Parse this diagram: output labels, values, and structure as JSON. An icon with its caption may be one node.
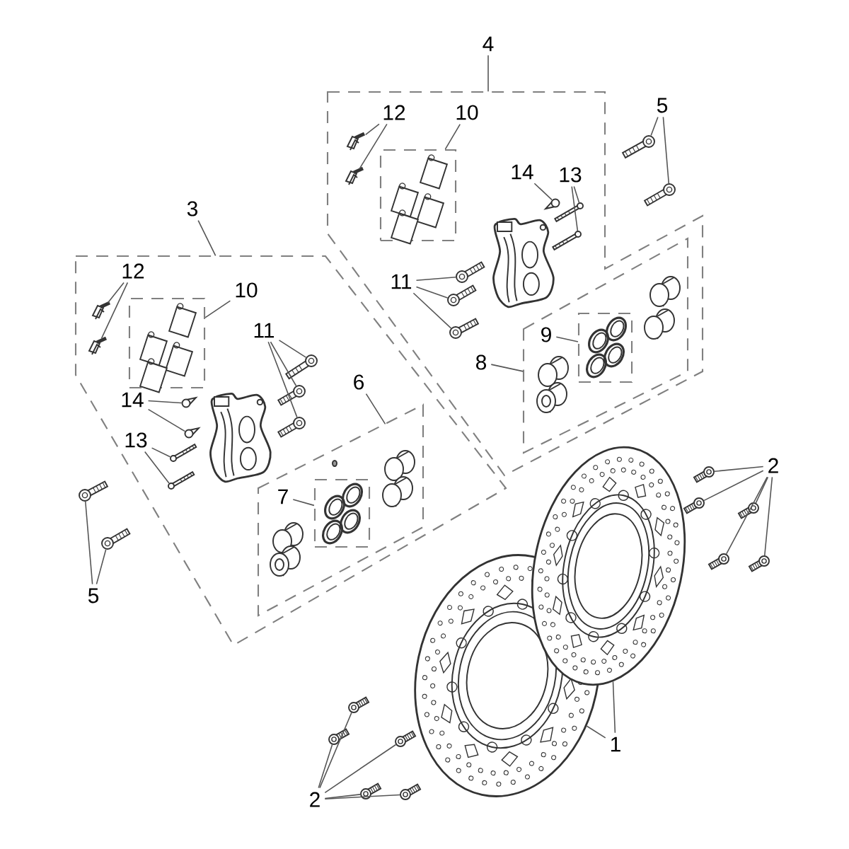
{
  "diagram": {
    "nodes": [
      {
        "text": [
          "4"
        ]
      },
      {
        "text": [],
        "shape": "box"
      },
      {
        "text": [
          "12"
        ],
        "in": 1
      },
      {
        "text": [],
        "shape": "picture",
        "in": 1
      },
      {
        "text": [],
        "shape": "picture",
        "in": 1
      },
      {
        "text": [
          "10"
        ],
        "in": 1
      },
      {
        "text": [],
        "shape": "box",
        "in": 1
      },
      {
        "text": [
          "5"
        ]
      },
      {
        "text": [],
        "shape": "picture"
      },
      {
        "text": [],
        "shape": "picture"
      },
      {
        "text": [
          "14"
        ],
        "in": 1
      },
      {
        "text": [],
        "shape": "picture",
        "in": 1
      },
      {
        "text": [
          "13"
        ],
        "in": 1
      },
      {
        "text": [],
        "shape": "picture",
        "in": 1
      },
      {
        "text": [],
        "shape": "picture",
        "in": 1
      },
      {
        "text": [
          "11"
        ],
        "in": 1
      },
      {
        "text": [],
        "shape": "picture",
        "in": 1
      },
      {
        "text": [],
        "shape": "picture",
        "in": 1
      },
      {
        "text": [],
        "shape": "picture",
        "in": 1
      },
      {
        "text": [],
        "shape": "box",
        "in": 1
      },
      {
        "text": [
          "9"
        ],
        "in": 19
      },
      {
        "text": [],
        "shape": "box",
        "in": 19
      },
      {
        "text": [
          "8"
        ],
        "in": 1
      },
      {
        "text": [
          "3"
        ]
      },
      {
        "text": [],
        "shape": "box"
      },
      {
        "text": [
          "12"
        ],
        "in": 24
      },
      {
        "text": [],
        "shape": "picture",
        "in": 24
      },
      {
        "text": [],
        "shape": "picture",
        "in": 24
      },
      {
        "text": [
          "10"
        ],
        "in": 24
      },
      {
        "text": [],
        "shape": "box",
        "in": 24
      },
      {
        "text": [
          "11"
        ],
        "in": 24
      },
      {
        "text": [],
        "shape": "picture",
        "in": 24
      },
      {
        "text": [],
        "shape": "picture",
        "in": 24
      },
      {
        "text": [],
        "shape": "picture",
        "in": 24
      },
      {
        "text": [
          "14"
        ],
        "in": 24
      },
      {
        "text": [],
        "shape": "picture",
        "in": 24
      },
      {
        "text": [],
        "shape": "picture",
        "in": 24
      },
      {
        "text": [
          "13"
        ],
        "in": 24
      },
      {
        "text": [],
        "shape": "picture",
        "in": 24
      },
      {
        "text": [],
        "shape": "picture",
        "in": 24
      },
      {
        "text": [
          "6"
        ],
        "in": 24
      },
      {
        "text": [],
        "shape": "box",
        "in": 24
      },
      {
        "text": [
          "7"
        ],
        "in": 41
      },
      {
        "text": [],
        "shape": "box",
        "in": 41
      },
      {
        "text": [
          "5"
        ]
      },
      {
        "text": [],
        "shape": "picture"
      },
      {
        "text": [],
        "shape": "picture"
      },
      {
        "text": [
          "2"
        ]
      },
      {
        "text": [],
        "shape": "picture"
      },
      {
        "text": [],
        "shape": "picture"
      },
      {
        "text": [],
        "shape": "picture"
      },
      {
        "text": [],
        "shape": "picture"
      },
      {
        "text": [],
        "shape": "picture"
      },
      {
        "text": [
          "1"
        ]
      },
      {
        "text": [],
        "shape": "picture"
      },
      {
        "text": [],
        "shape": "picture"
      },
      {
        "text": [
          "2"
        ]
      },
      {
        "text": [],
        "shape": "picture"
      },
      {
        "text": [],
        "shape": "picture"
      },
      {
        "text": [],
        "shape": "picture"
      },
      {
        "text": [],
        "shape": "picture"
      },
      {
        "text": [],
        "shape": "picture"
      }
    ],
    "edges": [
      {
        "from": 0,
        "to": 1,
        "arrow": "none"
      },
      {
        "from": 2,
        "to": 3,
        "arrow": "none"
      },
      {
        "from": 2,
        "to": 4,
        "arrow": "none"
      },
      {
        "from": 5,
        "to": 6,
        "arrow": "none"
      },
      {
        "from": 7,
        "to": 8,
        "arrow": "none"
      },
      {
        "from": 7,
        "to": 9,
        "arrow": "none"
      },
      {
        "from": 10,
        "to": 11,
        "arrow": "none"
      },
      {
        "from": 12,
        "to": 13,
        "arrow": "none"
      },
      {
        "from": 12,
        "to": 14,
        "arrow": "none"
      },
      {
        "from": 15,
        "to": 16,
        "arrow": "none"
      },
      {
        "from": 15,
        "to": 17,
        "arrow": "none"
      },
      {
        "from": 15,
        "to": 18,
        "arrow": "none"
      },
      {
        "from": 20,
        "to": 21,
        "arrow": "none"
      },
      {
        "from": 22,
        "to": 19,
        "arrow": "none"
      },
      {
        "from": 23,
        "to": 24,
        "arrow": "none"
      },
      {
        "from": 25,
        "to": 26,
        "arrow": "none"
      },
      {
        "from": 25,
        "to": 27,
        "arrow": "none"
      },
      {
        "from": 28,
        "to": 29,
        "arrow": "none"
      },
      {
        "from": 30,
        "to": 31,
        "arrow": "none"
      },
      {
        "from": 30,
        "to": 32,
        "arrow": "none"
      },
      {
        "from": 30,
        "to": 33,
        "arrow": "none"
      },
      {
        "from": 34,
        "to": 35,
        "arrow": "none"
      },
      {
        "from": 34,
        "to": 36,
        "arrow": "none"
      },
      {
        "from": 37,
        "to": 38,
        "arrow": "none"
      },
      {
        "from": 37,
        "to": 39,
        "arrow": "none"
      },
      {
        "from": 40,
        "to": 41,
        "arrow": "none"
      },
      {
        "from": 42,
        "to": 43,
        "arrow": "none"
      },
      {
        "from": 44,
        "to": 45,
        "arrow": "none"
      },
      {
        "from": 44,
        "to": 46,
        "arrow": "none"
      },
      {
        "from": 47,
        "to": 48,
        "arrow": "none"
      },
      {
        "from": 47,
        "to": 49,
        "arrow": "none"
      },
      {
        "from": 47,
        "to": 50,
        "arrow": "none"
      },
      {
        "from": 47,
        "to": 51,
        "arrow": "none"
      },
      {
        "from": 47,
        "to": 52,
        "arrow": "none"
      },
      {
        "from": 53,
        "to": 54,
        "arrow": "none"
      },
      {
        "from": 53,
        "to": 55,
        "arrow": "none"
      },
      {
        "from": 56,
        "to": 57,
        "arrow": "none"
      },
      {
        "from": 56,
        "to": 58,
        "arrow": "none"
      },
      {
        "from": 56,
        "to": 59,
        "arrow": "none"
      },
      {
        "from": 56,
        "to": 60,
        "arrow": "none"
      },
      {
        "from": 56,
        "to": 61,
        "arrow": "none"
      }
    ]
  }
}
